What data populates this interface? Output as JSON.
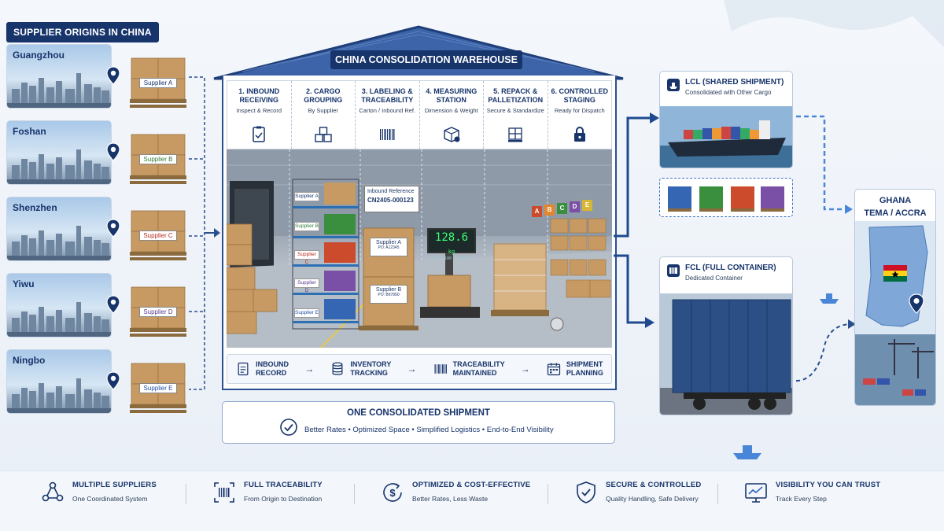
{
  "sources": {
    "title": "SUPPLIER ORIGINS IN CHINA",
    "items": [
      {
        "city": "Guangzhou",
        "supplier": "Supplier A"
      },
      {
        "city": "Foshan",
        "supplier": "Supplier B"
      },
      {
        "city": "Shenzhen",
        "supplier": "Supplier C"
      },
      {
        "city": "Yiwu",
        "supplier": "Supplier D"
      },
      {
        "city": "Ningbo",
        "supplier": "Supplier E"
      }
    ]
  },
  "warehouse": {
    "title": "CHINA CONSOLIDATION WAREHOUSE",
    "steps": [
      {
        "title": "1. INBOUND\nRECEIVING",
        "sub": "Inspect & Record",
        "icon": "clipboard-icon"
      },
      {
        "title": "2. CARGO\nGROUPING",
        "sub": "By Supplier",
        "icon": "boxes-icon"
      },
      {
        "title": "3. LABELING &\nTRACEABILITY",
        "sub": "Carton / Inbound Ref.",
        "icon": "barcode-icon"
      },
      {
        "title": "4. MEASURING\nSTATION",
        "sub": "Dimension & Weight",
        "icon": "box-measure-icon"
      },
      {
        "title": "5. REPACK &\nPALLETIZATION",
        "sub": "Secure & Standardize",
        "icon": "pallet-icon"
      },
      {
        "title": "6. CONTROLLED\nSTAGING",
        "sub": "Ready for Dispatch",
        "icon": "lock-icon"
      }
    ],
    "scene": {
      "ref_label": "Inbound Reference",
      "ref_value": "CN2405-000123",
      "scale_reading": "128.6",
      "scale_unit": "kg",
      "scale_dims": "120 × 100 × 100 cm",
      "box_a": "Supplier A",
      "box_a_sub": "PO: A12345",
      "box_b": "Supplier B",
      "box_b_sub": "PO: B67890",
      "rack_labels": [
        "Supplier A",
        "Supplier B",
        "Supplier C",
        "Supplier D",
        "Supplier E"
      ],
      "zone_letters": [
        "A",
        "B",
        "C",
        "D",
        "E"
      ]
    },
    "flow": [
      {
        "label": "INBOUND\nRECORD",
        "icon": "document-icon"
      },
      {
        "label": "INVENTORY\nTRACKING",
        "icon": "database-icon"
      },
      {
        "label": "TRACEABILITY\nMAINTAINED",
        "icon": "barcode-icon"
      },
      {
        "label": "SHIPMENT\nPLANNING",
        "icon": "calendar-icon"
      }
    ],
    "flow_arrow": "→"
  },
  "consolidated": {
    "title": "ONE CONSOLIDATED SHIPMENT",
    "benefits": "Better Rates  •  Optimized Space  •  Simplified Logistics  •  End-to-End Visibility"
  },
  "options": {
    "lcl": {
      "title": "LCL (SHARED SHIPMENT)",
      "sub": "Consolidated with Other Cargo"
    },
    "fcl": {
      "title": "FCL (FULL CONTAINER)",
      "sub": "Dedicated Container"
    }
  },
  "destination": {
    "country": "GHANA",
    "port": "TEMA / ACCRA"
  },
  "features": [
    {
      "title": "MULTIPLE SUPPLIERS",
      "sub": "One Coordinated System",
      "icon": "network-icon"
    },
    {
      "title": "FULL TRACEABILITY",
      "sub": "From Origin to Destination",
      "icon": "barcode-scan-icon"
    },
    {
      "title": "OPTIMIZED & COST-EFFECTIVE",
      "sub": "Better Rates, Less Waste",
      "icon": "dollar-cycle-icon"
    },
    {
      "title": "SECURE & CONTROLLED",
      "sub": "Quality Handling, Safe Delivery",
      "icon": "shield-check-icon"
    },
    {
      "title": "VISIBILITY YOU CAN TRUST",
      "sub": "Track Every Step",
      "icon": "monitor-chart-icon"
    }
  ],
  "colors": {
    "navy": "#17346b",
    "accent": "#3b6fc4",
    "cardboard": "#c89a63",
    "ghana_red": "#ce1126",
    "ghana_gold": "#fcd116",
    "ghana_green": "#006b3f"
  }
}
